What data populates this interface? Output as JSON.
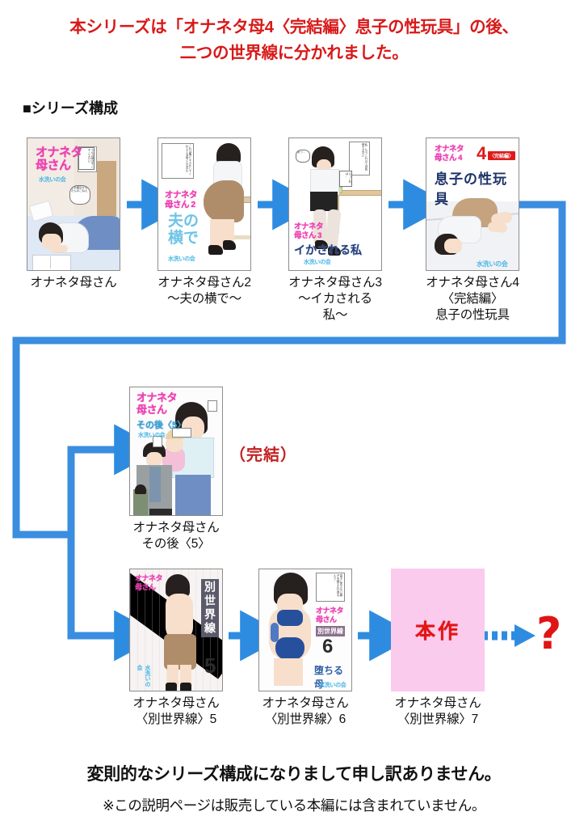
{
  "header": {
    "line1": "本シリーズは「オナネタ母4〈完結編〉息子の性玩具」の後、",
    "line2": "二つの世界線に分かれました。",
    "color": "#d81919"
  },
  "section": {
    "heading": "■シリーズ構成"
  },
  "colors": {
    "arrow_blue": "#2e8ce0",
    "connector_blue": "#3a8ddf",
    "title_red": "#d81919",
    "honsaku_pink": "#fbcbed",
    "honsaku_red": "#e11515",
    "kanketsu_red": "#c22020",
    "question_red": "#e01414"
  },
  "row1": {
    "books": [
      {
        "id": "book-1",
        "caption": "オナネタ母さん",
        "cover_title": "オナネタ\n母さん",
        "cover_publisher": "水洗いの会",
        "cover_bubbles": [
          "うちの母はそこそこエロい",
          "ああ最近かんたんのこねえ"
        ]
      },
      {
        "id": "book-2",
        "caption": "オナネタ母さん2\n〜夫の横で〜",
        "cover_title": "オナネタ\n母さん 2",
        "cover_subtitle": "夫の\n横で",
        "cover_publisher": "水洗いの会",
        "cover_bubbles": [
          "これは俺とキスをしてくわえてる母さんなのだ"
        ]
      },
      {
        "id": "book-3",
        "caption": "オナネタ母さん3\n〜イカされる私〜",
        "cover_title": "オナネタ\n母さん 3",
        "cover_subtitle": "イかされる私",
        "cover_publisher": "水洗いの会",
        "cover_bubbles": [
          "私…もうこれ以上は我慢できない",
          "あっ…",
          "んっこれは…"
        ]
      },
      {
        "id": "book-4",
        "caption": "オナネタ母さん4\n〈完結編〉\n息子の性玩具",
        "cover_title": "オナネタ\n母さん 4",
        "cover_badge": "〈完結編〉",
        "cover_subtitle": "息子の性玩具",
        "cover_publisher": "水洗いの会"
      }
    ]
  },
  "row2": {
    "book": {
      "id": "book-5-sonogo",
      "caption": "オナネタ母さん\nその後〈5〉",
      "cover_title": "オナネタ\n母さん",
      "cover_subtitle": "その後〈5〉",
      "cover_publisher": "水洗いの会"
    },
    "badge": "（完結）"
  },
  "row3": {
    "books": [
      {
        "id": "book-5-alt",
        "caption": "オナネタ母さん\n〈別世界線〉5",
        "cover_title": "オナネタ\n母さん",
        "cover_vertical": "別世界線",
        "cover_number": "5",
        "cover_publisher": "水洗いの会"
      },
      {
        "id": "book-6-alt",
        "caption": "オナネタ母さん\n〈別世界線〉6",
        "cover_title": "オナネタ\n母さん",
        "cover_vertical": "別世界線",
        "cover_number": "6",
        "cover_subtitle": "堕ちる母",
        "cover_publisher": "水洗いの会",
        "cover_bubbles": [
          "息子に言えない親子を越えた行為なんて…"
        ]
      },
      {
        "id": "book-7-alt",
        "caption": "オナネタ母さん\n〈別世界線〉7",
        "honsaku_label": "本作"
      }
    ],
    "question": "?"
  },
  "footer": {
    "main": "変則的なシリーズ構成になりまして申し訳ありません。",
    "note": "※この説明ページは販売している本編には含まれていません。"
  }
}
